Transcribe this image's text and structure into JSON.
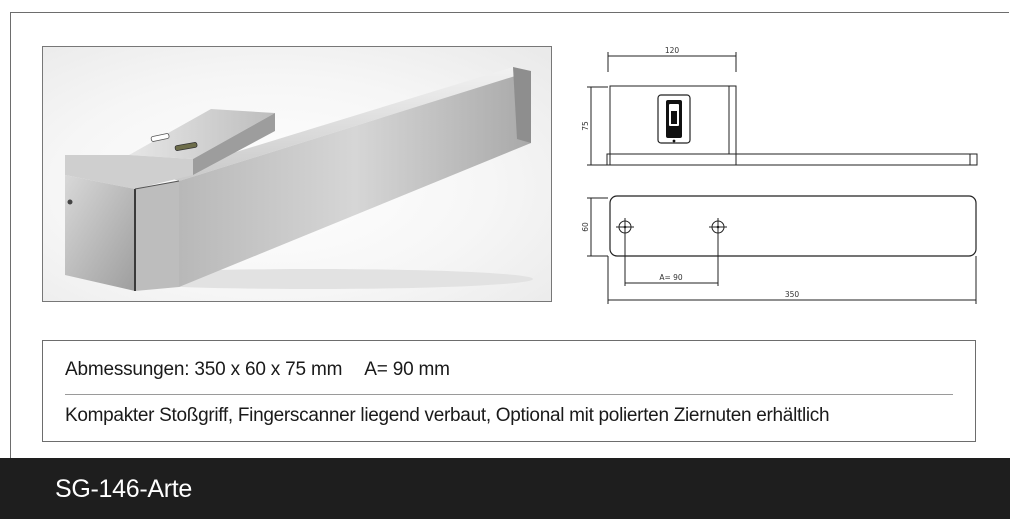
{
  "drawing": {
    "dim_top_width": "120",
    "dim_height": "75",
    "dim_depth": "60",
    "dim_spacing": "A= 90",
    "dim_total_length": "350"
  },
  "specs": {
    "dimensions_label": "Abmessungen: 350 x 60 x 75 mm",
    "spacing_label": "A= 90 mm",
    "description": "Kompakter Stoßgriff, Fingerscanner liegend verbaut, Optional mit polierten Ziernuten erhältlich"
  },
  "footer": {
    "product_name": "SG-146-Arte",
    "background_color": "#1e1e1e"
  }
}
